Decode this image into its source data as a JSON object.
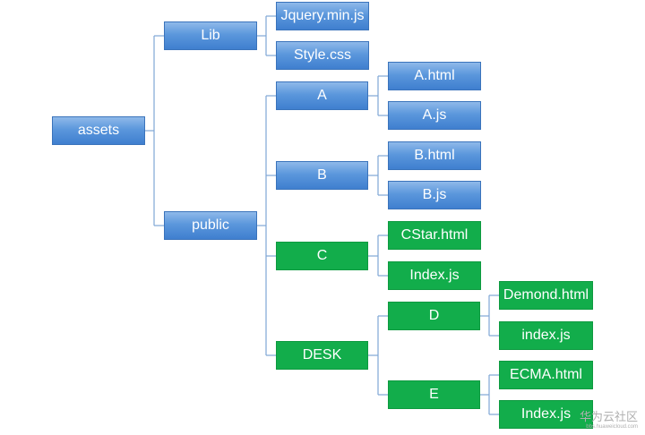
{
  "diagram": {
    "colors": {
      "folder_blue": "#5b97dc",
      "highlight_green": "#12ad4b",
      "connector": "#7fa6d6"
    },
    "nodes": {
      "assets": "assets",
      "lib": "Lib",
      "jquery": "Jquery.min.js",
      "style": "Style.css",
      "public": "public",
      "a": "A",
      "a_html": "A.html",
      "a_js": "A.js",
      "b": "B",
      "b_html": "B.html",
      "b_js": "B.js",
      "c": "C",
      "cstar_html": "CStar.html",
      "c_index_js": "Index.js",
      "desk": "DESK",
      "d": "D",
      "demond_html": "Demond.html",
      "d_index_js": "index.js",
      "e": "E",
      "ecma_html": "ECMA.html",
      "e_index_js": "Index.js"
    }
  },
  "watermark": {
    "main": "华为云社区",
    "sub": "bbs.huaweicloud.com"
  }
}
